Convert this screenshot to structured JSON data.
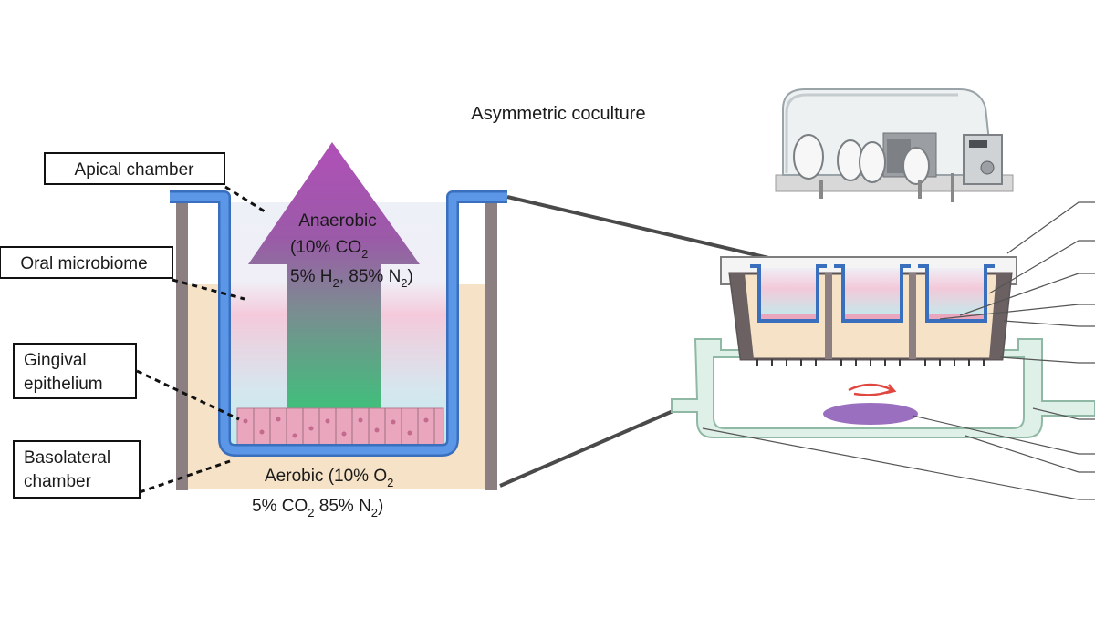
{
  "title": "Asymmetric coculture",
  "labels": {
    "apical": "Apical chamber",
    "microbiome": "Oral microbiome",
    "gingival_1": "Gingival",
    "gingival_2": "epithelium",
    "basolateral_1": "Basolateral",
    "basolateral_2": "chamber"
  },
  "anaerobic": {
    "line1": "Anaerobic",
    "line2_main": "(10% CO",
    "line2_sub": "2",
    "line3_a": "5% H",
    "line3_sub1": "2",
    "line3_b": ", 85% N",
    "line3_sub2": "2",
    "line3_c": ")"
  },
  "aerobic": {
    "line1_a": "Aerobic (10% O",
    "line1_sub": "2",
    "line2_a": "5% CO",
    "line2_sub1": "2",
    "line2_b": " 85% N",
    "line2_sub2": "2",
    "line2_c": ")"
  },
  "colors": {
    "insert_wall": "#4a86d8",
    "insert_outline": "#3a6fbd",
    "well_wall": "#8b7f82",
    "basolateral_medium": "#f6e2c6",
    "apical_top": "#eef0f8",
    "apical_pink": "#f3c9d9",
    "apical_teal": "#bfecee",
    "epithelium": "#e9a6bd",
    "arrow_top": "#a64fb5",
    "arrow_bottom": "#3fc07a",
    "disc": "#9b6fbf",
    "tray": "#dff0e8",
    "tray_stroke": "#8fb9a5"
  }
}
